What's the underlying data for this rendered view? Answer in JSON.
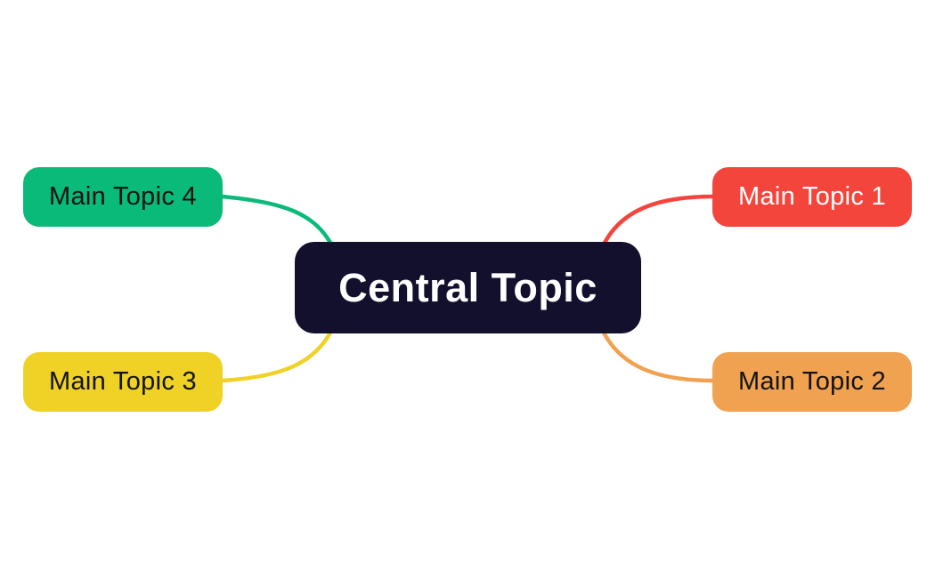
{
  "canvas": {
    "background_color": "#ffffff"
  },
  "mindmap": {
    "central": {
      "label": "Central Topic",
      "bg": "#12102d",
      "text_color": "#ffffff"
    },
    "topics": [
      {
        "label": "Main Topic 1",
        "bg": "#f4453c",
        "text_color": "#ffffff",
        "connector_color": "#f4453c",
        "position": "top-right"
      },
      {
        "label": "Main Topic 2",
        "bg": "#f1a251",
        "text_color": "#121212",
        "connector_color": "#f1a251",
        "position": "bottom-right"
      },
      {
        "label": "Main Topic 3",
        "bg": "#f0d226",
        "text_color": "#121212",
        "connector_color": "#f0d226",
        "position": "bottom-left"
      },
      {
        "label": "Main Topic 4",
        "bg": "#0aba78",
        "text_color": "#121212",
        "connector_color": "#0aba78",
        "position": "top-left"
      }
    ]
  }
}
